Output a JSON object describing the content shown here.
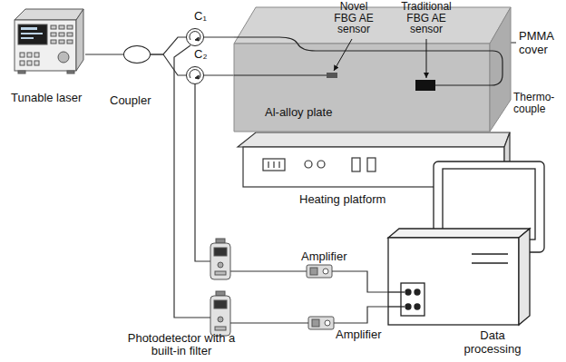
{
  "diagram": {
    "nodes": [
      {
        "text": [
          "Tunable laser"
        ]
      },
      {
        "text": [
          "Coupler"
        ]
      },
      {
        "text": [
          "C₁"
        ]
      },
      {
        "text": [
          "C₂"
        ]
      },
      {
        "text": [
          "PMMA cover"
        ]
      },
      {
        "text": [
          "Al-alloy plate"
        ],
        "in": 4
      },
      {
        "text": [
          "Heating platform"
        ]
      },
      {
        "text": [
          "Amplifier"
        ]
      },
      {
        "text": [
          "Amplifier"
        ]
      },
      {
        "text": [
          "Photodetector with a built-in filter"
        ]
      },
      {
        "text": [
          "Data processing"
        ]
      }
    ],
    "edges": [
      {
        "from": 0,
        "to": 1,
        "arrow": "none"
      },
      {
        "from": 1,
        "to": 2,
        "arrow": "none"
      },
      {
        "from": 1,
        "to": 3,
        "arrow": "none"
      },
      {
        "from": 2,
        "to": 4,
        "arrow": "none"
      },
      {
        "from": 3,
        "to": 4,
        "arrow": "none"
      },
      {
        "from": 2,
        "to": 9,
        "arrow": "none"
      },
      {
        "from": 9,
        "to": 8,
        "arrow": "none"
      },
      {
        "from": 7,
        "to": 10,
        "arrow": "none"
      },
      {
        "from": 8,
        "to": 10,
        "arrow": "none"
      }
    ],
    "labels": [
      "Novel FBG AE sensor",
      "Traditional FBG AE sensor",
      "Thermo-couple"
    ]
  }
}
